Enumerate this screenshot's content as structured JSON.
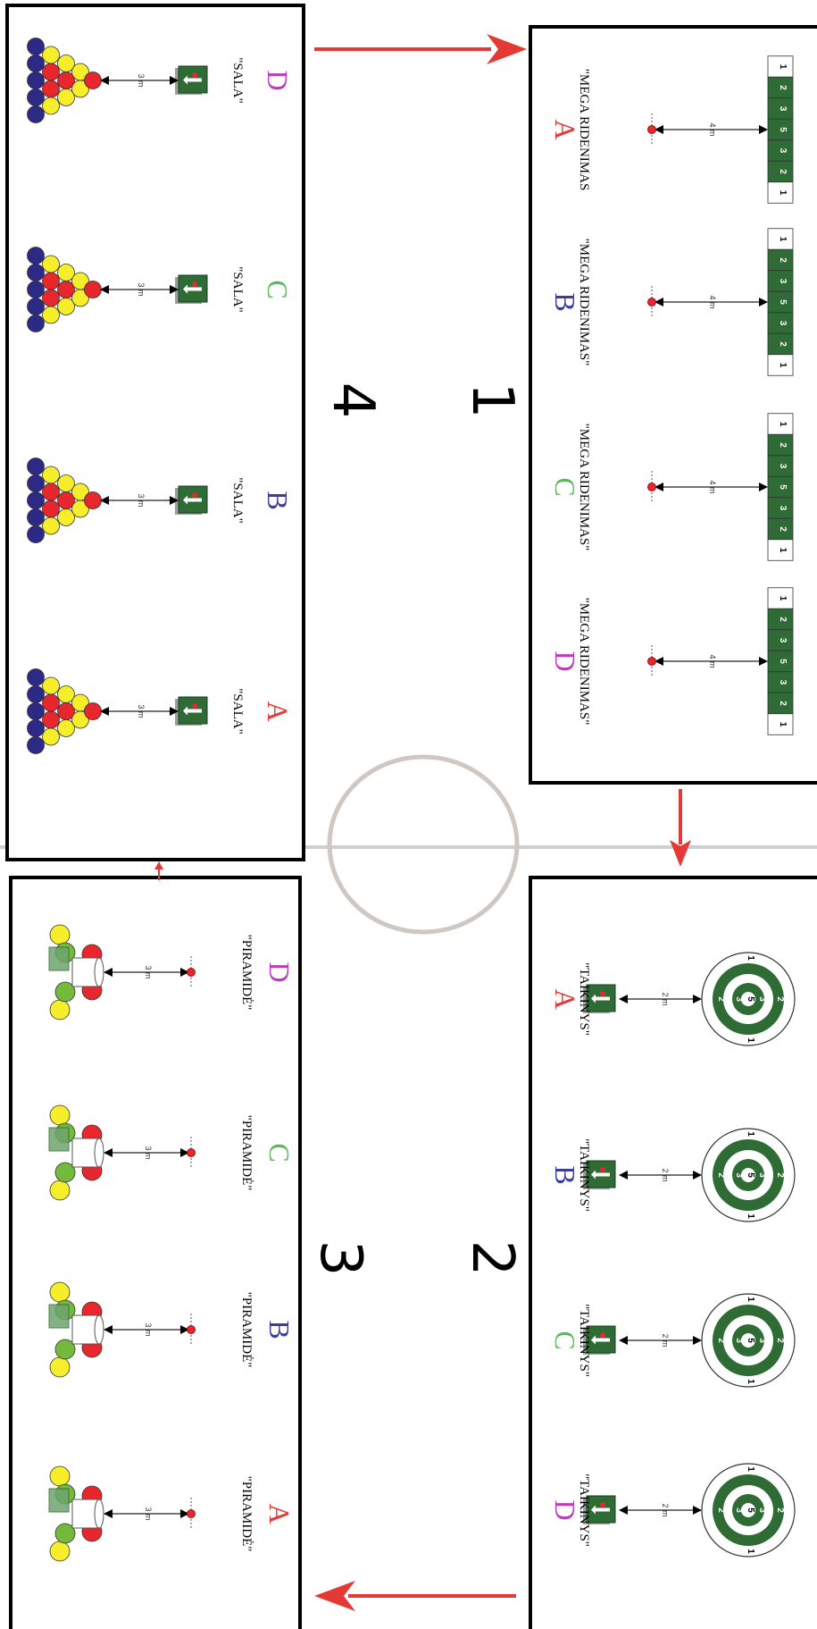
{
  "zones": [
    {
      "id": 1,
      "label": "1"
    },
    {
      "id": 2,
      "label": "2"
    },
    {
      "id": 3,
      "label": "3"
    },
    {
      "id": 4,
      "label": "4"
    }
  ],
  "teams": {
    "A": {
      "letter": "A",
      "color": "#e53935"
    },
    "B": {
      "letter": "B",
      "color": "#3c3c9e"
    },
    "C": {
      "letter": "C",
      "color": "#5cb85c"
    },
    "D": {
      "letter": "D",
      "color": "#c03ac0"
    }
  },
  "station1": {
    "names": [
      "\"MEGA RIDENIMAS",
      "\"MEGA RIDENIMAS\"",
      "\"MEGA RIDENIMAS\"",
      "\"MEGA RIDENIMAS\""
    ],
    "teams": [
      "A",
      "B",
      "C",
      "D"
    ],
    "distance": "4 m",
    "slots": [
      "1",
      "2",
      "3",
      "5",
      "3",
      "2",
      "1"
    ]
  },
  "station2": {
    "names": [
      "\"TAIKINYS\"",
      "\"TAIKINYS\"",
      "\"TAIKINYS\"",
      "\"TAIKINYS\""
    ],
    "teams": [
      "A",
      "B",
      "C",
      "D"
    ],
    "distance": "2 m",
    "ring_outer": "1",
    "ring_middle": "2",
    "ring_inner": "3",
    "bullseye": "5"
  },
  "station3": {
    "names": [
      "\"PIRAMIDĖ\"",
      "\"PIRAMIDĖ\"",
      "\"PIRAMIDĖ\"",
      "\"PIRAMIDĖ\""
    ],
    "teams": [
      "A",
      "B",
      "C",
      "D"
    ],
    "distance": "3 m"
  },
  "station4": {
    "names": [
      "\"SALA\"",
      "\"SALA\"",
      "\"SALA\"",
      "\"SALA\""
    ],
    "teams": [
      "A",
      "B",
      "C",
      "D"
    ],
    "distance": "3 m"
  },
  "colors": {
    "arrow": "#e53935",
    "board_green": "#2e6b35",
    "ball_red": "#e8262d",
    "ball_yellow": "#f6ee2a",
    "ball_blue": "#2c2a86",
    "ball_green": "#72b93c",
    "center_circle": "#cfc8c2",
    "midline": "#cfcfcf",
    "frame": "#000000"
  }
}
